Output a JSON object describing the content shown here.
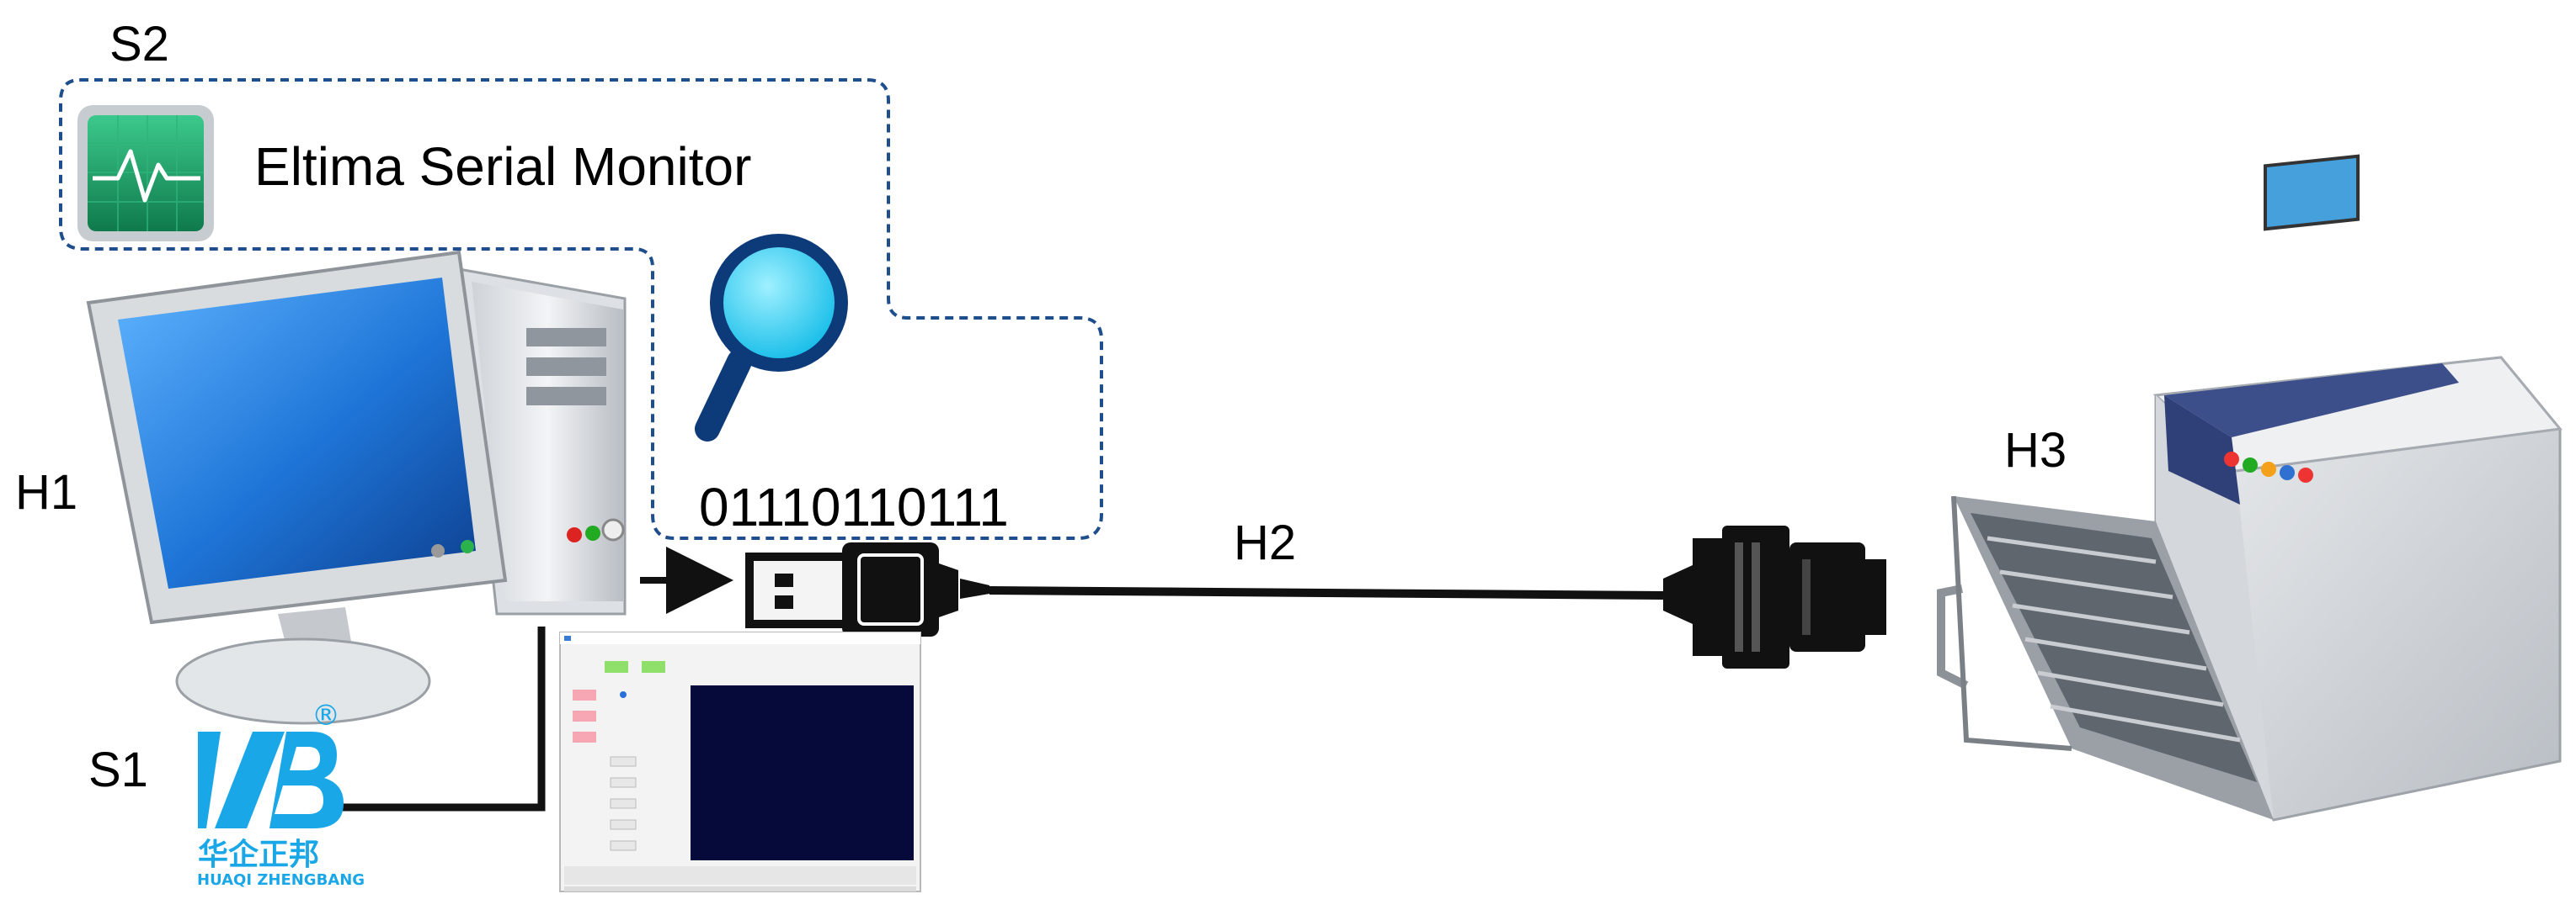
{
  "labels": {
    "h1": "H1",
    "h2": "H2",
    "h3": "H3",
    "s1": "S1",
    "s2": "S2"
  },
  "monitor_app": {
    "name": "Eltima Serial Monitor",
    "icon": "heartbeat-monitor-icon"
  },
  "binary_stream": "01110110111",
  "vendor_logo": {
    "mark": "ZB",
    "registered": "®",
    "name_cn": "华企正邦",
    "name_en": "HUAQI ZHENGBANG"
  },
  "colors": {
    "dashed_border": "#1f4e8c",
    "monitor_screen": "#1e74d6",
    "logo_blue": "#1aa7e8",
    "magnifier": "#1fc7f2",
    "app_icon": "#1ea06a",
    "cable": "#111111"
  },
  "icons": {
    "computer": "desktop-computer-icon",
    "magnifier": "magnifier-icon",
    "usb": "usb-connector-icon",
    "db9": "db9-serial-connector-icon",
    "oven": "reflow-oven-icon",
    "software": "software-window-screenshot"
  }
}
